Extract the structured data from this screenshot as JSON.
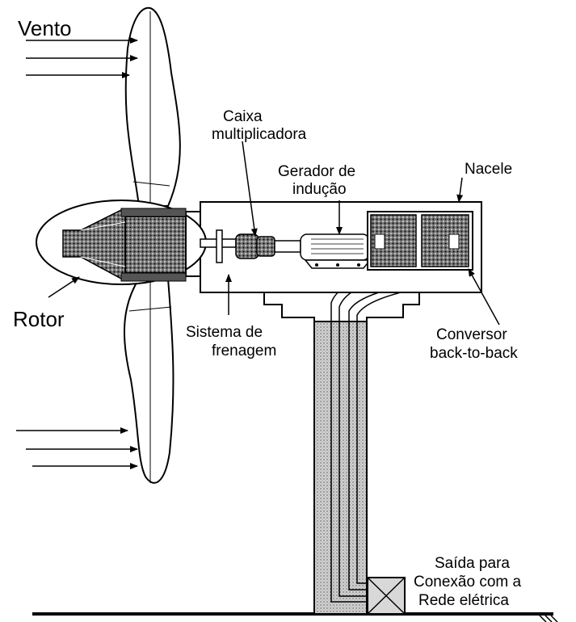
{
  "labels": {
    "wind": "Vento",
    "gearbox_line1": "Caixa",
    "gearbox_line2": "multiplicadora",
    "generator_line1": "Gerador de",
    "generator_line2": "indução",
    "nacelle": "Nacele",
    "rotor": "Rotor",
    "brake_line1": "Sistema de",
    "brake_line2": "frenagem",
    "converter_line1": "Conversor",
    "converter_line2": "back-to-back",
    "output_line1": "Saída para",
    "output_line2": "Conexão com a",
    "output_line3": "Rede elétrica"
  },
  "colors": {
    "stroke": "#000000",
    "hatch_dark": "#444444",
    "tower_fill": "#bdbdbd"
  }
}
